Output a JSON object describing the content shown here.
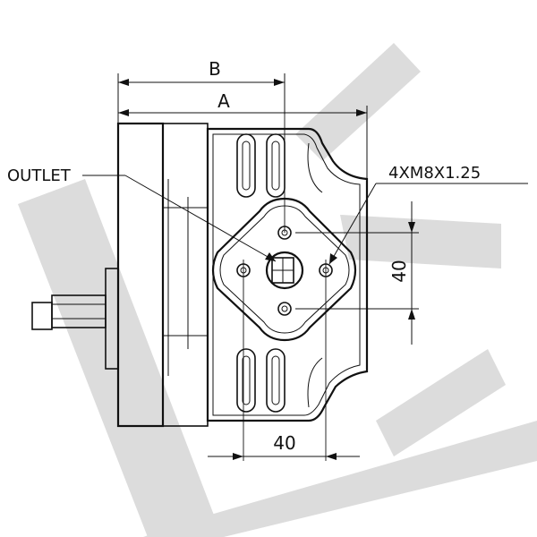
{
  "drawing": {
    "labels": {
      "dim_b": "B",
      "dim_a": "A",
      "outlet": "OUTLET",
      "thread_spec": "4XM8X1.25",
      "dim_vertical": "40",
      "dim_horizontal": "40"
    },
    "colors": {
      "line": "#111111",
      "watermark": "#dcdcdc",
      "background": "#ffffff"
    },
    "watermark": "LK"
  }
}
